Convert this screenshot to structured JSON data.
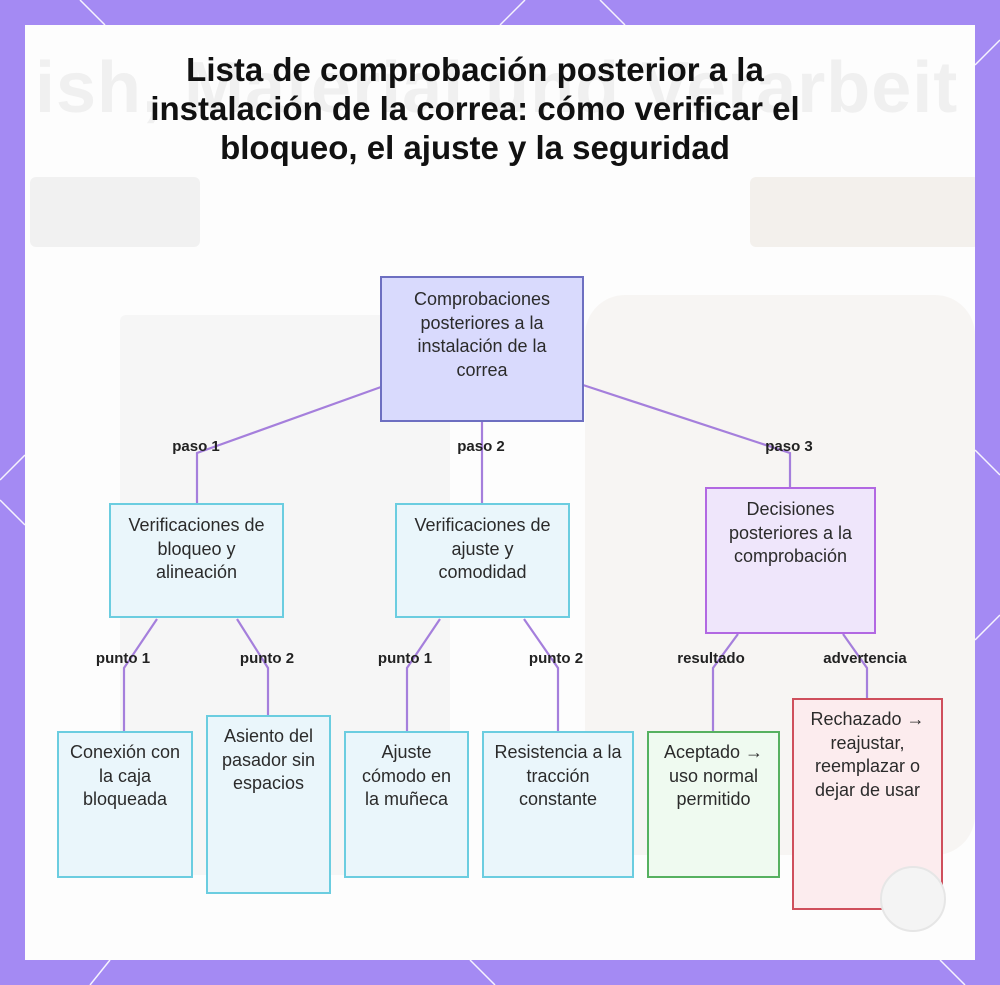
{
  "title": "Lista de comprobación posterior a la instalación de la correa: cómo verificar el bloqueo, el ajuste y la seguridad",
  "background_watermark": "ish, Material und Verarbeit",
  "colors": {
    "frame": "#a48af3",
    "root_fill": "#d9dafd",
    "root_border": "#6d6fc1",
    "blue_fill": "#eaf6fb",
    "blue_border": "#6bcde0",
    "purple_fill": "#efe6fb",
    "purple_border": "#b268e2",
    "green_fill": "#effaf0",
    "green_border": "#56b160",
    "red_fill": "#fcecee",
    "red_border": "#cf4f5c",
    "edge": "#a57fdc"
  },
  "nodes": {
    "root": "Comprobaciones posteriores a la instalación de la correa",
    "lock": "Verificaciones de bloqueo y alineación",
    "fit": "Verificaciones de ajuste y comodidad",
    "decisions": "Decisiones posteriores a la comprobación",
    "case": "Conexión con la caja bloqueada",
    "pin": "Asiento del pasador sin espacios",
    "wrist": "Ajuste cómodo en la muñeca",
    "pull": "Resistencia a la tracción constante",
    "accepted": "Aceptado → uso normal permitido",
    "rejected": "Rechazado → reajustar, reemplazar o dejar de usar"
  },
  "edge_labels": {
    "step1": "paso 1",
    "step2": "paso 2",
    "step3": "paso 3",
    "lock_p1": "punto 1",
    "lock_p2": "punto 2",
    "fit_p1": "punto 1",
    "fit_p2": "punto 2",
    "result": "resultado",
    "warning": "advertencia"
  }
}
